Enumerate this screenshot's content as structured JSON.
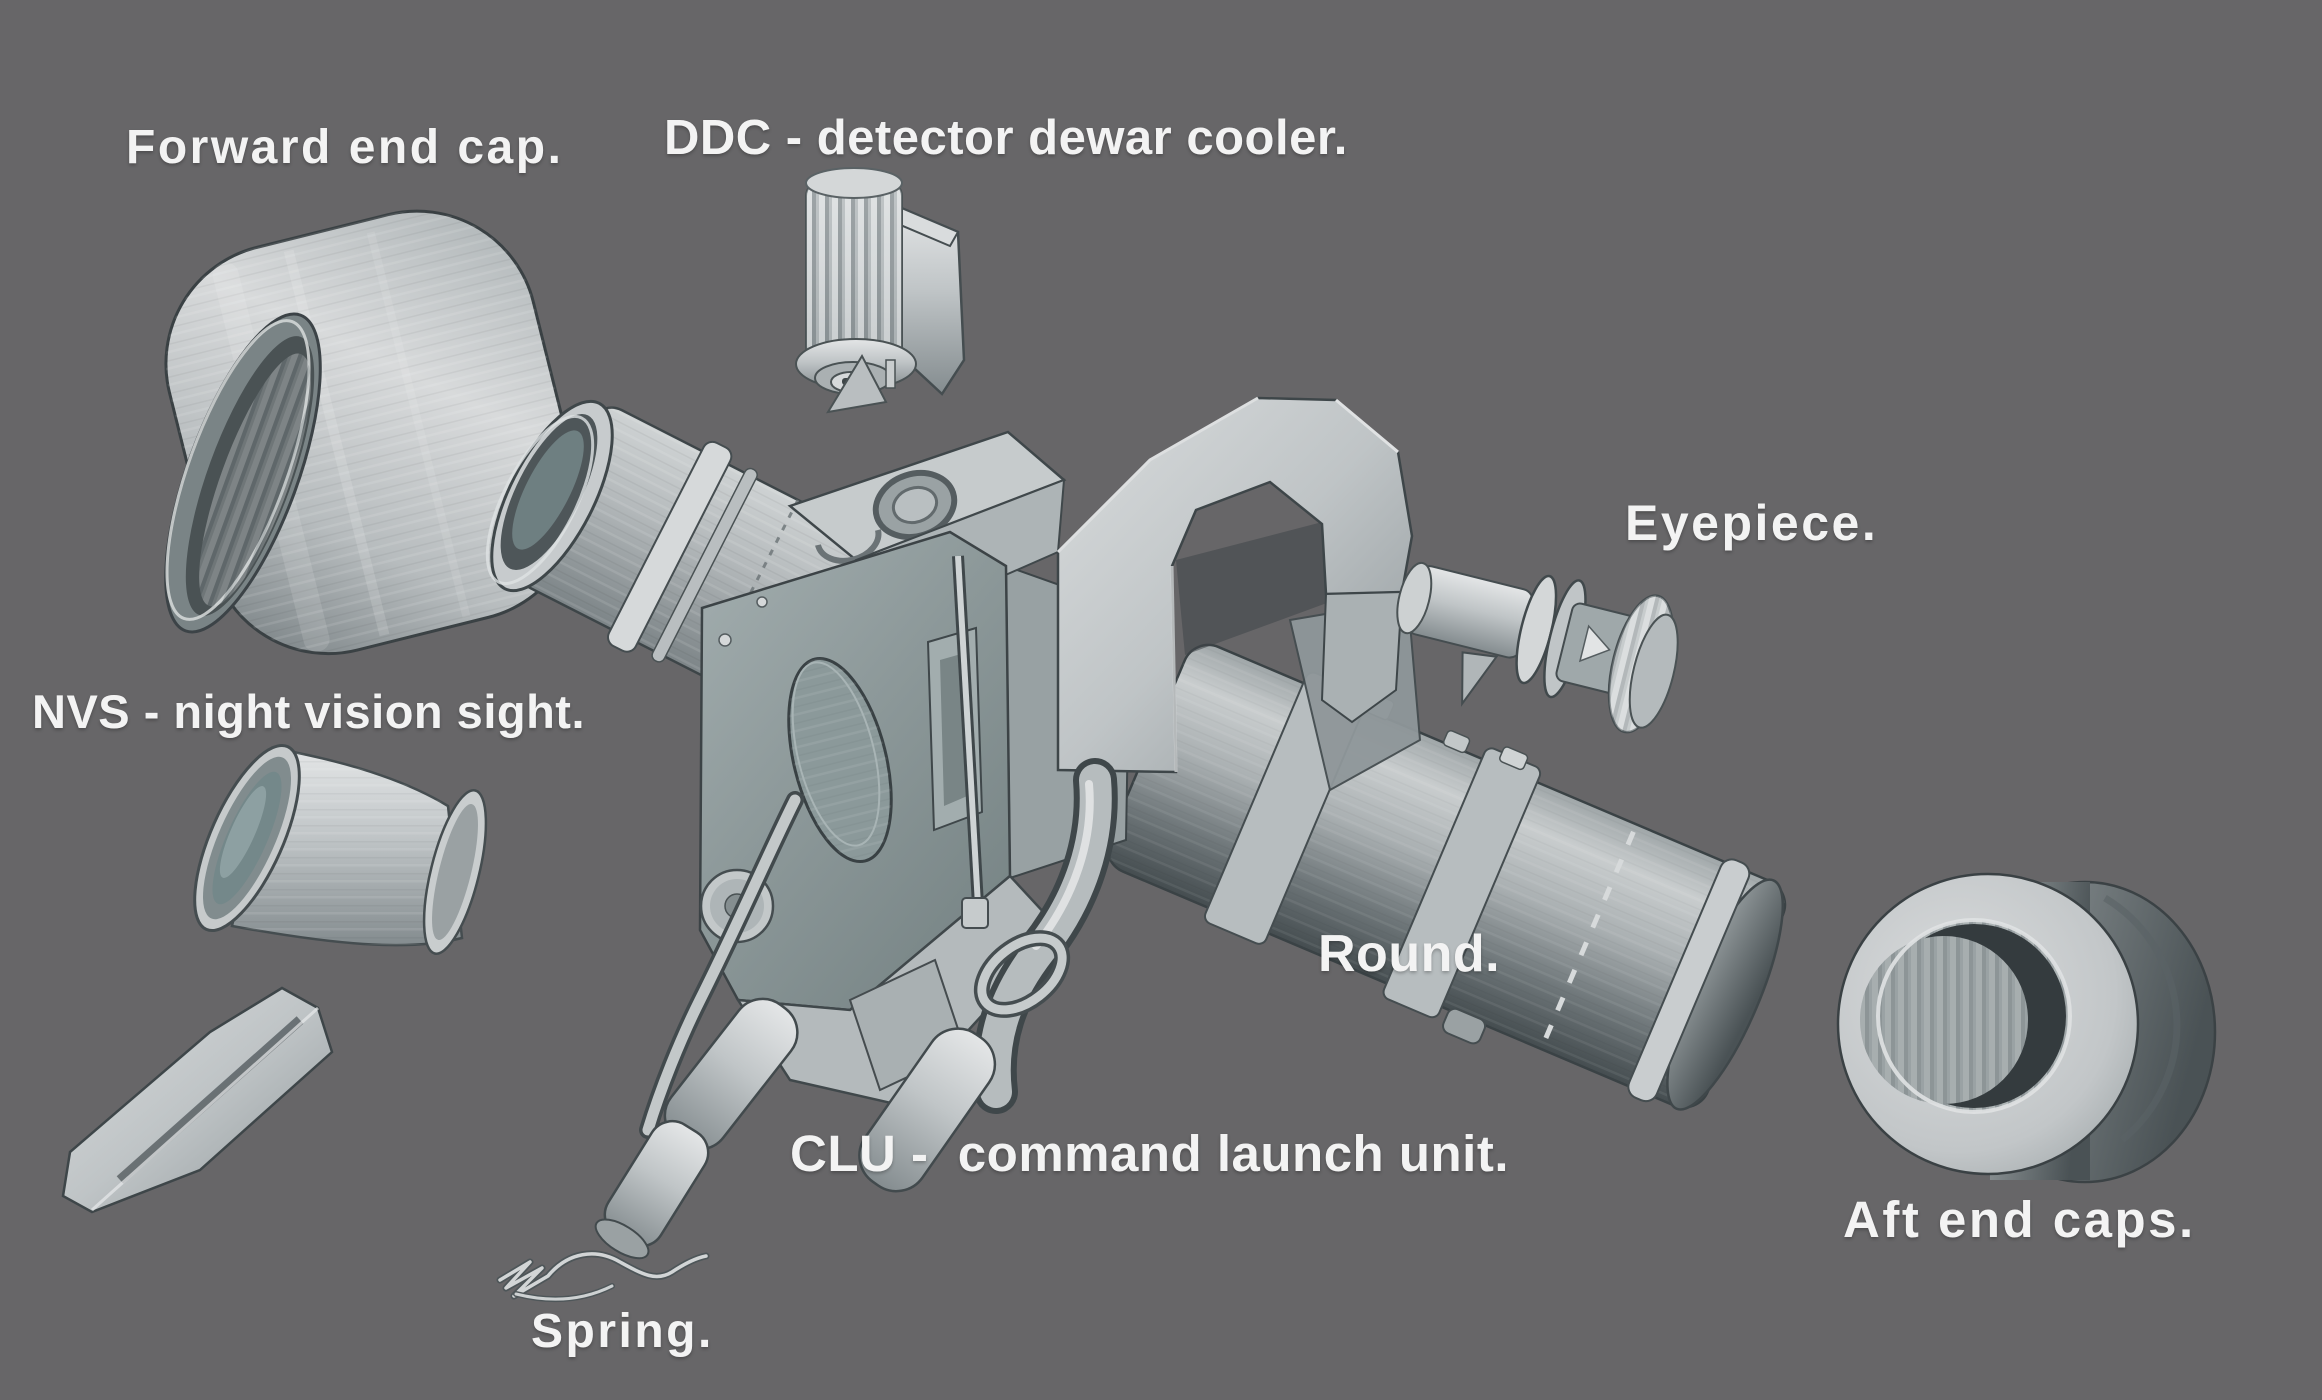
{
  "scene": {
    "description_labels_total": 8
  },
  "labels": {
    "forward_end_cap": "Forward end cap.",
    "ddc": "DDC - detector dewar cooler.",
    "eyepiece": "Eyepiece.",
    "nvs": "NVS - night vision sight.",
    "round": "Round.",
    "clu": "CLU -  command launch unit.",
    "aft_end_caps": "Aft end caps.",
    "spring": "Spring."
  },
  "colors": {
    "background": "#676668",
    "label_text": "#f3f3f3",
    "metal_light": "#dcdee0",
    "metal_mid": "#b5babc",
    "metal_shadow": "#7c8487",
    "metal_dark_edge": "#3f474a",
    "face_blue_gray": "#8c9899",
    "hole_dark": "#343b3e"
  }
}
